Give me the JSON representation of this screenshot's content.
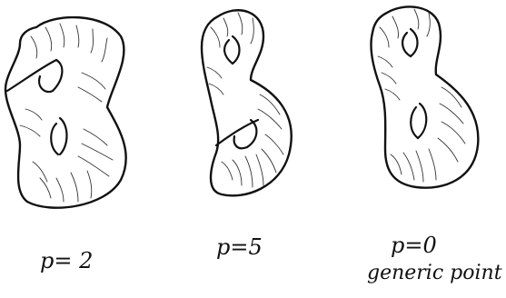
{
  "figures": [
    {
      "label": "p= 2",
      "caption": ""
    },
    {
      "label": "p=5",
      "caption": ""
    },
    {
      "label": "p=0",
      "caption": "generic point"
    }
  ],
  "colors": {
    "ink": "#111111",
    "background": "#ffffff"
  }
}
